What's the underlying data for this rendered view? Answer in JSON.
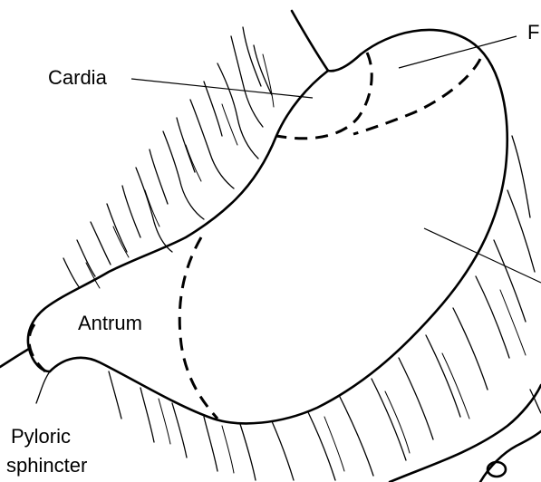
{
  "labels": {
    "cardia": "Cardia",
    "fundus_partial": "F",
    "antrum": "Antrum",
    "pyloric_line1": "Pyloric",
    "pyloric_line2": "sphincter"
  }
}
